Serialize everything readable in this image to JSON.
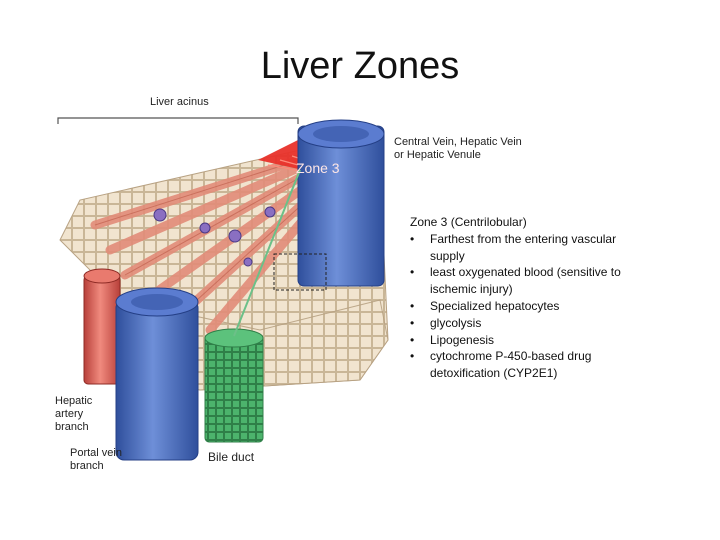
{
  "title": "Liver Zones",
  "labels": {
    "liver_acinus": "Liver acinus",
    "central_vein": "Central Vein,  Hepatic Vein or Hepatic Venule",
    "zone3_overlay": "Zone 3",
    "hepatic_artery": "Hepatic artery branch",
    "portal_vein": "Portal vein branch",
    "bile_duct": "Bile duct"
  },
  "zone3_description": {
    "heading": "Zone 3 (Centrilobular)",
    "points": [
      "Farthest from the entering vascular supply",
      "least oxygenated blood (sensitive to ischemic injury)",
      "Specialized hepatocytes"
    ],
    "sub_points": [
      "glycolysis",
      "Lipogenesis",
      "cytochrome P-450-based drug detoxification (CYP2E1)"
    ]
  },
  "colors": {
    "vein_blue": "#4a6fc0",
    "artery_red": "#d9544a",
    "zone3_red": "#e8322a",
    "bile_green": "#3aa860",
    "hepatocyte": "#f1e4cf",
    "sinusoid": "#e89a88"
  }
}
